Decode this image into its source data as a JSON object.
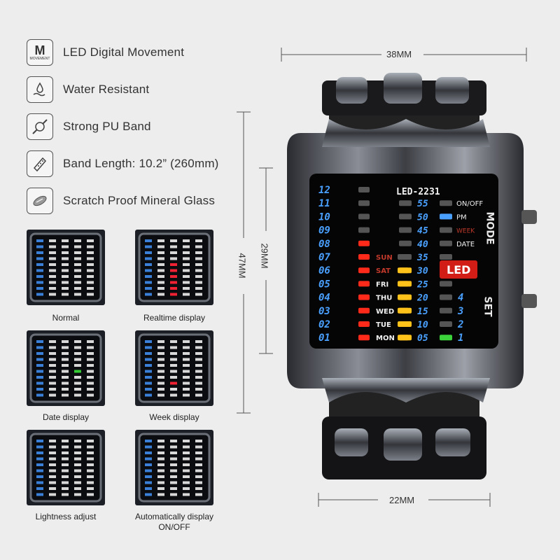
{
  "features": [
    {
      "icon": "movement-icon",
      "icon_letter": "M",
      "icon_sub": "MOVEMENT",
      "label": "LED Digital Movement"
    },
    {
      "icon": "water-drop-icon",
      "label": "Water Resistant"
    },
    {
      "icon": "band-icon",
      "label": "Strong PU Band"
    },
    {
      "icon": "band-length-icon",
      "label": "Band Length: 10.2” (260mm)"
    },
    {
      "icon": "glass-icon",
      "label": "Scratch Proof Mineral Glass"
    }
  ],
  "modes": [
    {
      "caption": "Normal"
    },
    {
      "caption": "Realtime display"
    },
    {
      "caption": "Date display"
    },
    {
      "caption": "Week display"
    },
    {
      "caption": "Lightness adjust"
    },
    {
      "caption": "Automatically display\nON/OFF"
    }
  ],
  "dimensions": {
    "width": "38MM",
    "height_total": "47MM",
    "height_face": "29MM",
    "band_width": "22MM"
  },
  "watch": {
    "brand": "LED-2231",
    "hours": [
      "12",
      "11",
      "10",
      "09",
      "08",
      "07",
      "06",
      "05",
      "04",
      "03",
      "02",
      "01"
    ],
    "days": [
      "SUN",
      "SAT",
      "FRI",
      "THU",
      "WED",
      "TUE",
      "MON"
    ],
    "minutes": [
      "55",
      "50",
      "45",
      "40",
      "35",
      "30",
      "25",
      "20",
      "15",
      "10",
      "05"
    ],
    "labels": {
      "on_off": "ON/OFF",
      "pm": "PM",
      "week": "WEEK",
      "date": "DATE",
      "logo": "LED"
    },
    "ones": [
      "4",
      "3",
      "2",
      "1"
    ],
    "side_mode": "MODE",
    "side_set": "SET"
  },
  "colors": {
    "red": "#ff2a1a",
    "yellow": "#ffc21a",
    "blue": "#4aa0ff",
    "green": "#3bd23b"
  }
}
